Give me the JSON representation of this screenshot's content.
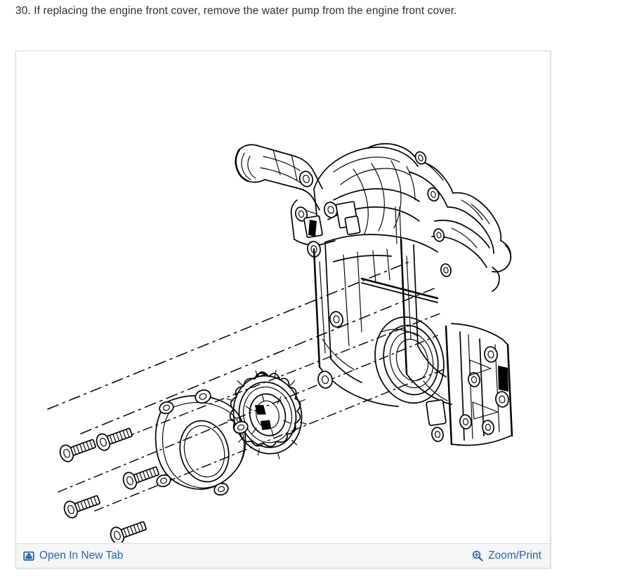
{
  "step": {
    "number": "30.",
    "text": "30. If replacing the engine front cover, remove the water pump from the engine front cover."
  },
  "figure": {
    "caption_alt": "Exploded view of engine front cover with water pump, rotor, backing plate and bolts",
    "actionbar": {
      "open_new_tab": {
        "label": "Open In New Tab",
        "icon": "open-in-new-tab-icon"
      },
      "zoom_print": {
        "label": "Zoom/Print",
        "icon": "magnifier-plus-icon"
      }
    }
  },
  "colors": {
    "link": "#2a63a8",
    "text": "#2f2f2f",
    "panel_border": "#d6d6d6",
    "actionbar_bg": "#f4f6f8",
    "actionbar_border": "#dcdcdc",
    "page_bg": "#ffffff",
    "line_art": "#000000"
  }
}
